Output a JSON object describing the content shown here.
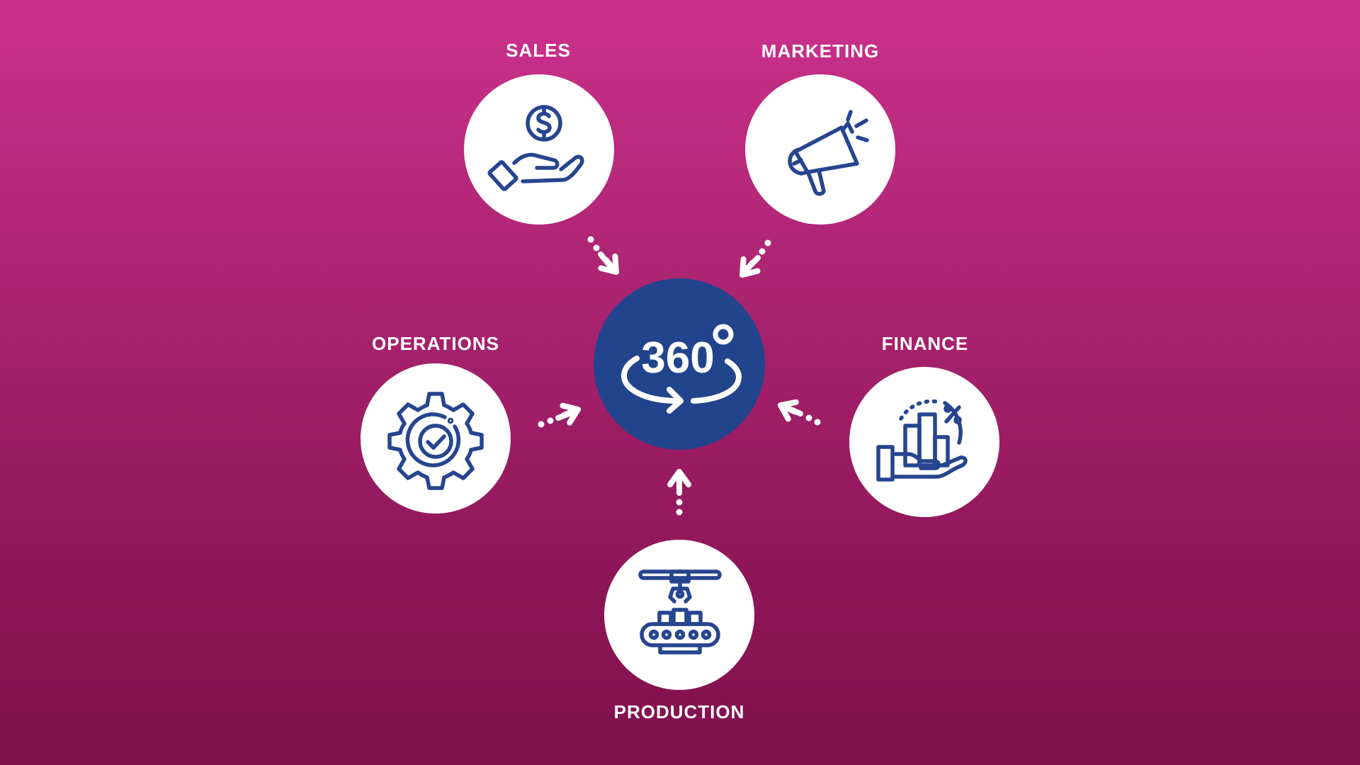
{
  "diagram": {
    "center": {
      "text": "360",
      "icon": "360-degree-icon"
    },
    "nodes": [
      {
        "id": "sales",
        "label": "SALES",
        "icon": "hand-dollar-icon"
      },
      {
        "id": "marketing",
        "label": "MARKETING",
        "icon": "megaphone-icon"
      },
      {
        "id": "operations",
        "label": "OPERATIONS",
        "icon": "gear-check-icon"
      },
      {
        "id": "finance",
        "label": "FINANCE",
        "icon": "hand-bar-chart-percent-icon"
      },
      {
        "id": "production",
        "label": "PRODUCTION",
        "icon": "factory-conveyor-icon"
      }
    ]
  },
  "colors": {
    "background_top": "#cc318c",
    "background_bottom": "#7f104d",
    "center_fill": "#22448c",
    "icon_stroke": "#26458f",
    "node_fill": "#ffffff",
    "text": "#ffffff"
  }
}
